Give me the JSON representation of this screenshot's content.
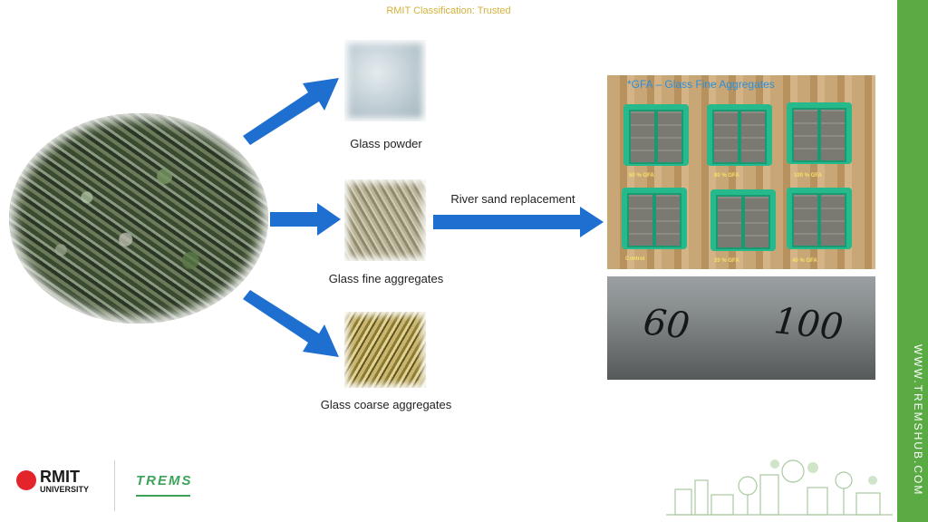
{
  "classification": "RMIT Classification: Trusted",
  "sidebar": {
    "website": "WWW.TREMSHUB.COM"
  },
  "labels": {
    "glass_powder": "Glass powder",
    "glass_fine": "Glass fine aggregates",
    "glass_coarse": "Glass coarse aggregates",
    "river_sand": "River sand replacement"
  },
  "board": {
    "title": "*GFA – Glass Fine Aggregates",
    "molds": [
      "60 % GFA",
      "80 % GFA",
      "100 % GFA",
      "Control",
      "20 % GFA",
      "40 % GFA"
    ]
  },
  "cubes": {
    "left_label": "60",
    "right_label": "100"
  },
  "logos": {
    "rmit": "RMIT",
    "rmit_sub": "UNIVERSITY",
    "trems": "TREMS"
  },
  "colors": {
    "arrow": "#1f6fd1",
    "sidebar": "#5aab44",
    "mold": "#26b98c"
  }
}
